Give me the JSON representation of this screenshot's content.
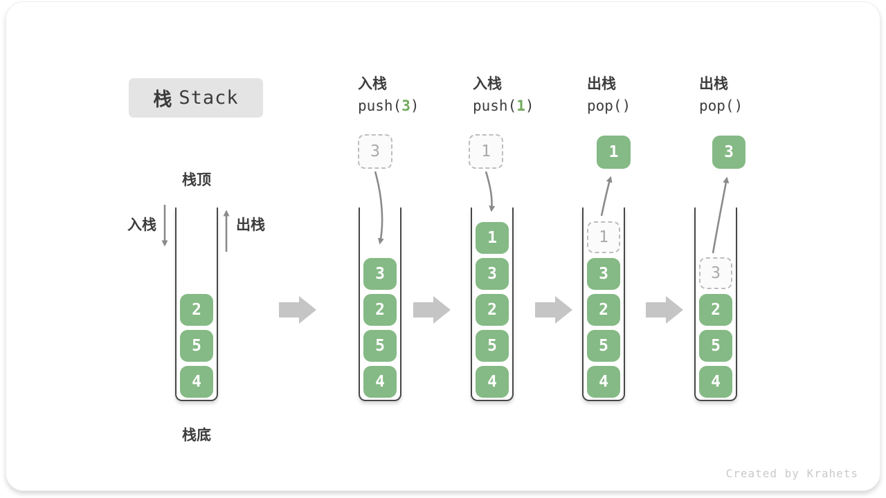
{
  "title": {
    "zh": "栈",
    "en": "Stack"
  },
  "side_labels": {
    "stack_top": "栈顶",
    "stack_bottom": "栈底",
    "push": "入栈",
    "pop": "出栈"
  },
  "operations": [
    {
      "name": "入栈",
      "fn": "push(",
      "arg": "3",
      "close": ")"
    },
    {
      "name": "入栈",
      "fn": "push(",
      "arg": "1",
      "close": ")"
    },
    {
      "name": "出栈",
      "fn": "pop(",
      "arg": "",
      "close": ")"
    },
    {
      "name": "出栈",
      "fn": "pop(",
      "arg": "",
      "close": ")"
    }
  ],
  "stacks": [
    {
      "items": [
        "2",
        "5",
        "4"
      ]
    },
    {
      "floating": "3",
      "items": [
        "3",
        "2",
        "5",
        "4"
      ]
    },
    {
      "floating": "1",
      "items": [
        "1",
        "3",
        "2",
        "5",
        "4"
      ]
    },
    {
      "floating": "1",
      "ghost": "1",
      "items": [
        "3",
        "2",
        "5",
        "4"
      ]
    },
    {
      "floating": "3",
      "ghost": "3",
      "items": [
        "2",
        "5",
        "4"
      ]
    }
  ],
  "watermark": "Created by Krahets",
  "colors": {
    "cell_green": "#85b985",
    "code_arg_green": "#70a95c",
    "title_bg": "#e4e4e4",
    "text_dark": "#3c3c3c",
    "ghost_border": "#bdbdbd",
    "ghost_text": "#a9a9a9",
    "flow_arrow": "#c5c5c5",
    "motion_arrow": "#8a8a8a"
  }
}
